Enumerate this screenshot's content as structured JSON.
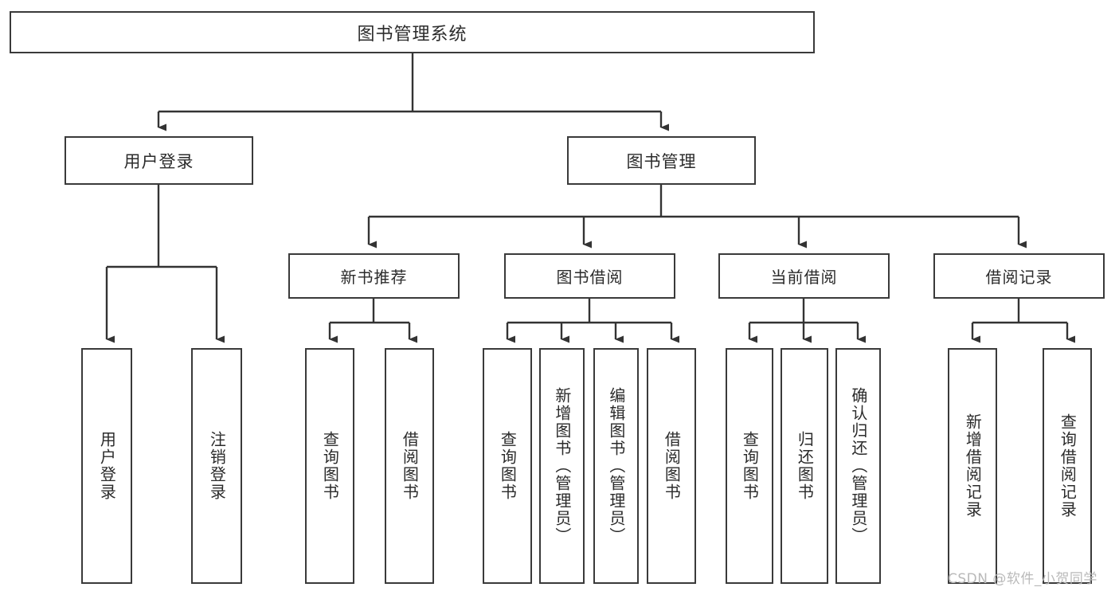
{
  "diagram": {
    "title": "图书管理系统",
    "type": "hierarchy-tree",
    "watermark": "CSDN @软件_小贺同学",
    "colors": {
      "stroke": "#3a3a3a",
      "text": "#2b2b2b",
      "background": "#ffffff",
      "watermark": "#b9b9b9"
    },
    "root": {
      "label": "图书管理系统"
    },
    "level2": [
      {
        "label": "用户登录"
      },
      {
        "label": "图书管理"
      }
    ],
    "level3": [
      {
        "label": "新书推荐"
      },
      {
        "label": "图书借阅"
      },
      {
        "label": "当前借阅"
      },
      {
        "label": "借阅记录"
      }
    ],
    "leaves": {
      "user_login": [
        {
          "label": "用户登录"
        },
        {
          "label": "注销登录"
        }
      ],
      "new_book_recommend": [
        {
          "label": "查询图书"
        },
        {
          "label": "借阅图书"
        }
      ],
      "book_borrow": [
        {
          "label": "查询图书"
        },
        {
          "label": "新增图书（管理员）"
        },
        {
          "label": "编辑图书（管理员）"
        },
        {
          "label": "借阅图书"
        }
      ],
      "current_borrow": [
        {
          "label": "查询图书"
        },
        {
          "label": "归还图书"
        },
        {
          "label": "确认归还（管理员）"
        }
      ],
      "borrow_record": [
        {
          "label": "新增借阅记录"
        },
        {
          "label": "查询借阅记录"
        }
      ]
    }
  }
}
